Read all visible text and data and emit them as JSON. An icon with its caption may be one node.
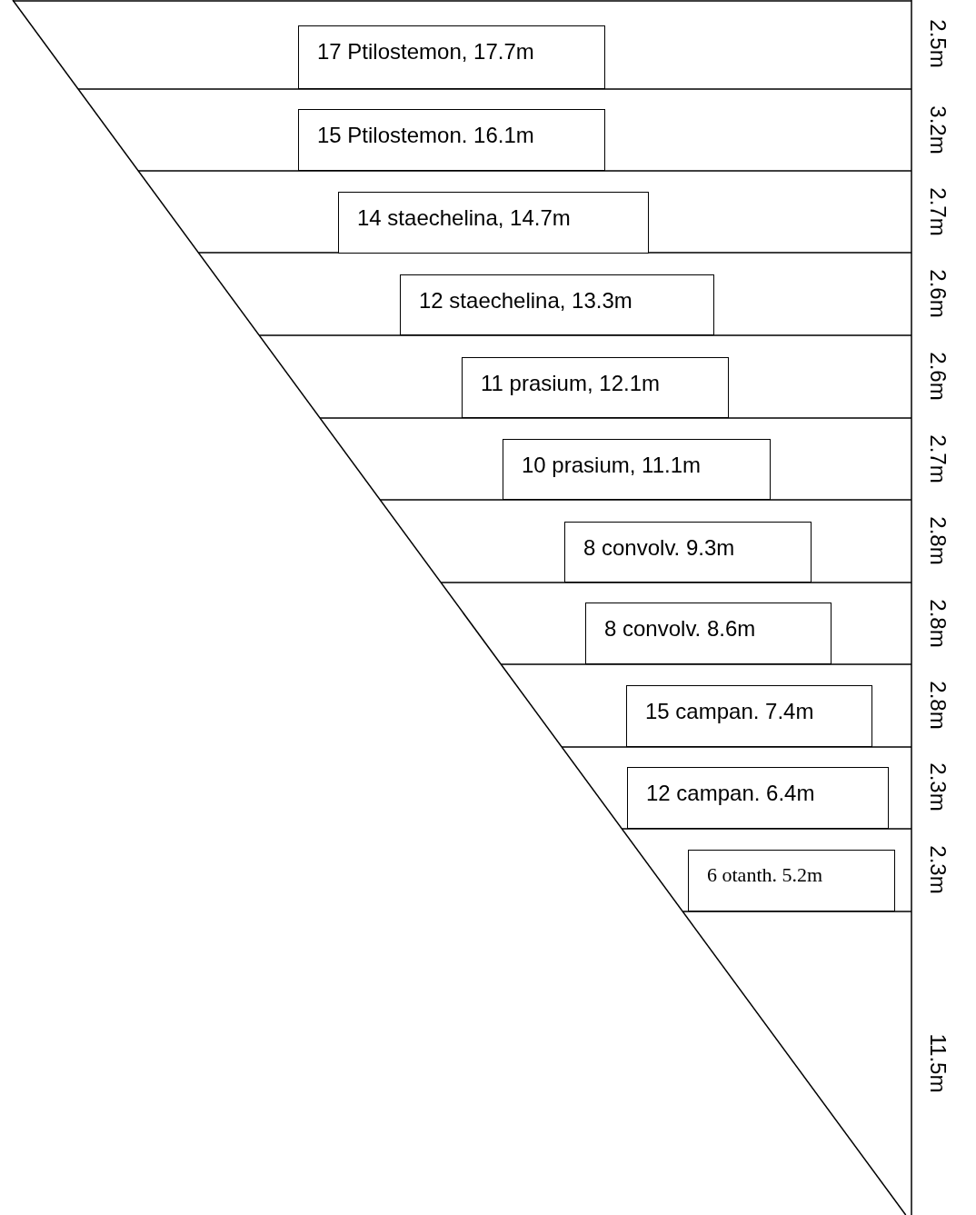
{
  "diagram": {
    "nodes": [
      {
        "text": [
          "17 Ptilostemon, 17.7m"
        ]
      },
      {
        "text": [
          "15 Ptilostemon. 16.1m"
        ]
      },
      {
        "text": [
          "14 staechelina, 14.7m"
        ]
      },
      {
        "text": [
          "12 staechelina, 13.3m"
        ]
      },
      {
        "text": [
          "11 prasium, 12.1m"
        ]
      },
      {
        "text": [
          "10 prasium, 11.1m"
        ]
      },
      {
        "text": [
          "8 convolv. 9.3m"
        ]
      },
      {
        "text": [
          "8 convolv. 8.6m"
        ]
      },
      {
        "text": [
          "15 campan. 7.4m"
        ]
      },
      {
        "text": [
          "12 campan. 6.4m"
        ]
      },
      {
        "text": [
          "6 otanth. 5.2m"
        ]
      }
    ],
    "labels": [
      "2.5m",
      "3.2m",
      "2.7m",
      "2.6m",
      "2.6m",
      "2.7m",
      "2.8m",
      "2.8m",
      "2.8m",
      "2.3m",
      "2.3m",
      "11.5m"
    ]
  }
}
